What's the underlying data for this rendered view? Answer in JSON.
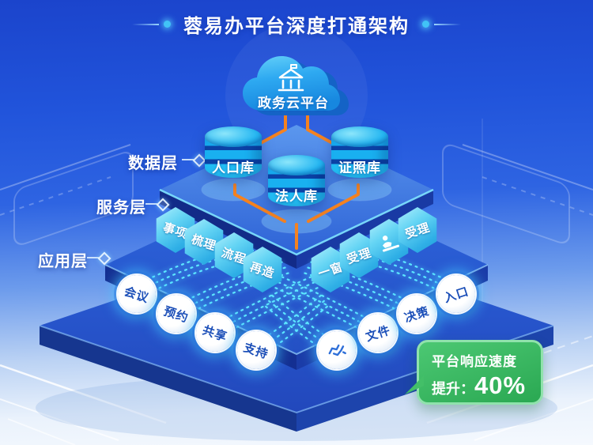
{
  "title": "蓉易办平台深度打通架构",
  "cloud": {
    "label": "政务云平台"
  },
  "layer_labels": [
    "数据层",
    "服务层",
    "应用层"
  ],
  "databases": [
    "人口库",
    "法人库",
    "证照库"
  ],
  "service_layer": {
    "left_hexagons": [
      "事项",
      "梳理",
      "流程",
      "再造"
    ],
    "right_hexagons": [
      "一窗",
      "受理",
      "受理"
    ]
  },
  "application_layer": {
    "left_circles": [
      "会议",
      "预约",
      "共享",
      "支持"
    ],
    "right_circles": [
      "文件",
      "决策",
      "入口"
    ]
  },
  "badge": {
    "line1": "平台响应速度",
    "line2_label": "提升：",
    "value": "40%"
  },
  "icons": {
    "cloud": "government-building-icon",
    "service": "service-counter-icon",
    "application": "handshake-icon",
    "layer_pointer": "diamond-arrow-icon"
  },
  "colors": {
    "background_blue": "#2154DB",
    "accent_orange": "#F5821F",
    "stream_cyan": "#5CE6FF",
    "badge_green": "#2FB65B",
    "cloud_blue": "#2EA9F1",
    "database_cyan": "#18AAEE"
  }
}
